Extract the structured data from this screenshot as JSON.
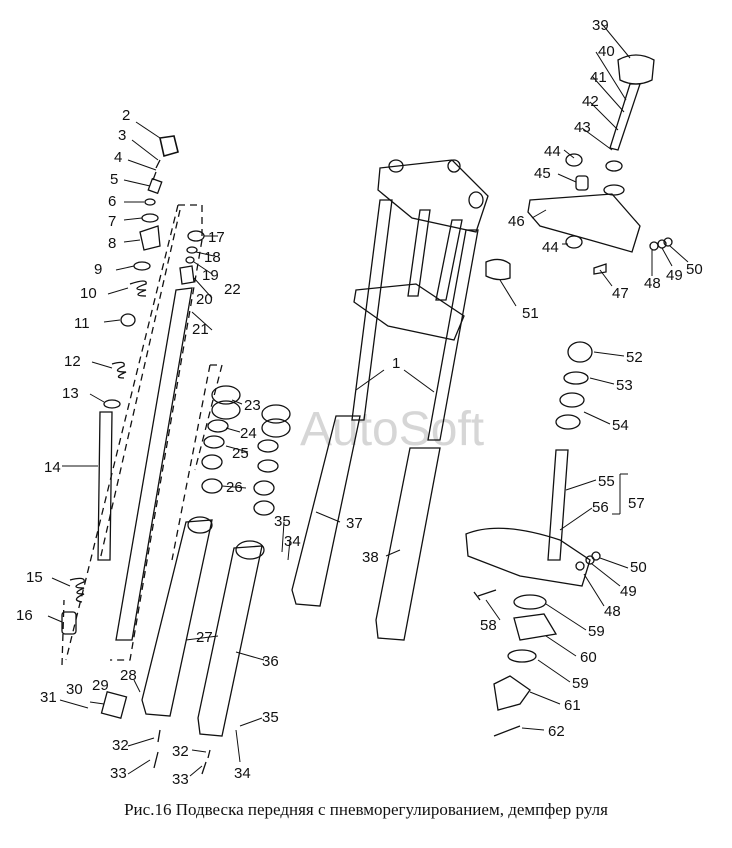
{
  "caption": "Рис.16 Подвеска передняя с пневморегулированием, демпфер руля",
  "watermark": "AutoSoft",
  "labels": {
    "l1": "1",
    "l2": "2",
    "l3": "3",
    "l4": "4",
    "l5": "5",
    "l6": "6",
    "l7": "7",
    "l8": "8",
    "l9": "9",
    "l10": "10",
    "l11": "11",
    "l12": "12",
    "l13": "13",
    "l14": "14",
    "l15": "15",
    "l16": "16",
    "l17": "17",
    "l18": "18",
    "l19": "19",
    "l20": "20",
    "l21": "21",
    "l22": "22",
    "l23": "23",
    "l24": "24",
    "l25": "25",
    "l26": "26",
    "l27": "27",
    "l28": "28",
    "l29": "29",
    "l30": "30",
    "l31": "31",
    "l32a": "32",
    "l32b": "32",
    "l33a": "33",
    "l33b": "33",
    "l34a": "34",
    "l34b": "34",
    "l35a": "35",
    "l35b": "35",
    "l36": "36",
    "l37": "37",
    "l38": "38",
    "l39": "39",
    "l40": "40",
    "l41": "41",
    "l42": "42",
    "l43": "43",
    "l44a": "44",
    "l44b": "44",
    "l45": "45",
    "l46": "46",
    "l47": "47",
    "l48a": "48",
    "l48b": "48",
    "l49a": "49",
    "l49b": "49",
    "l50a": "50",
    "l50b": "50",
    "l51": "51",
    "l52": "52",
    "l53": "53",
    "l54": "54",
    "l55": "55",
    "l56": "56",
    "l57": "57",
    "l58": "58",
    "l59a": "59",
    "l59b": "59",
    "l60": "60",
    "l61": "61",
    "l62": "62"
  }
}
